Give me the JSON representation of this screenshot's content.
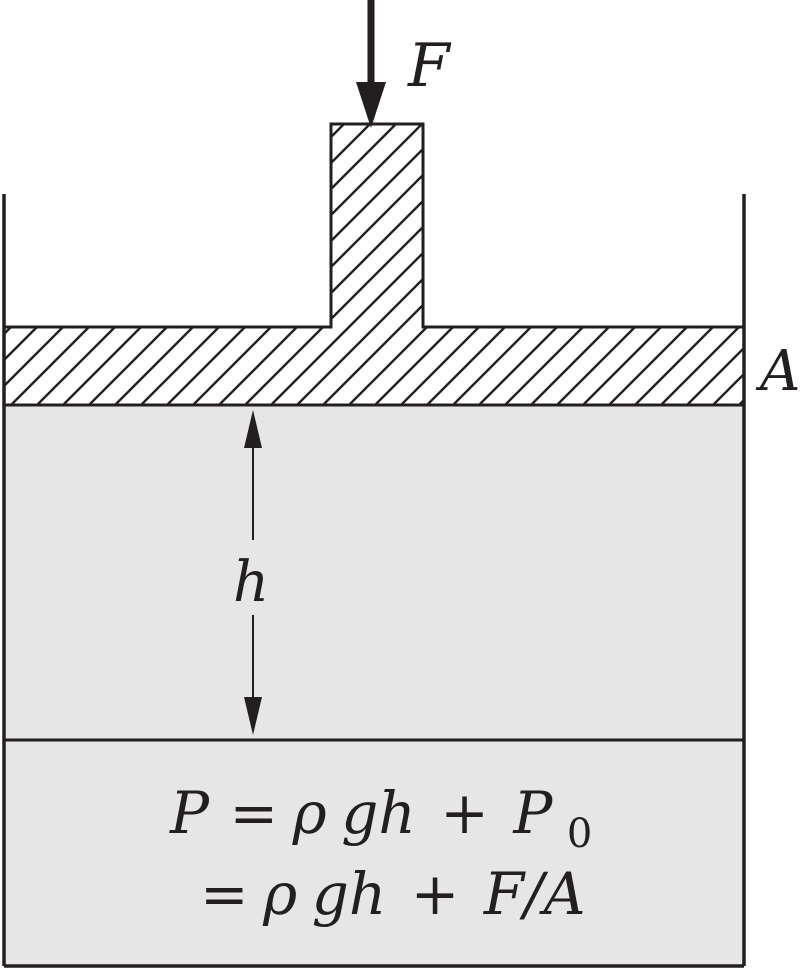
{
  "labels": {
    "force": "F",
    "area": "A",
    "height": "h"
  },
  "equation": {
    "line1": {
      "lhs": "P",
      "eq": "=",
      "rho": "ρ",
      "gh": "gh",
      "plus": "+",
      "p": "P",
      "sub": "0"
    },
    "line2": {
      "eq": "=",
      "rho": "ρ",
      "gh": "gh",
      "plus": "+",
      "fa": "F/A"
    }
  },
  "colors": {
    "stroke": "#231f20",
    "fluid": "#e6e6e6",
    "hatch": "#231f20",
    "background": "#ffffff"
  }
}
